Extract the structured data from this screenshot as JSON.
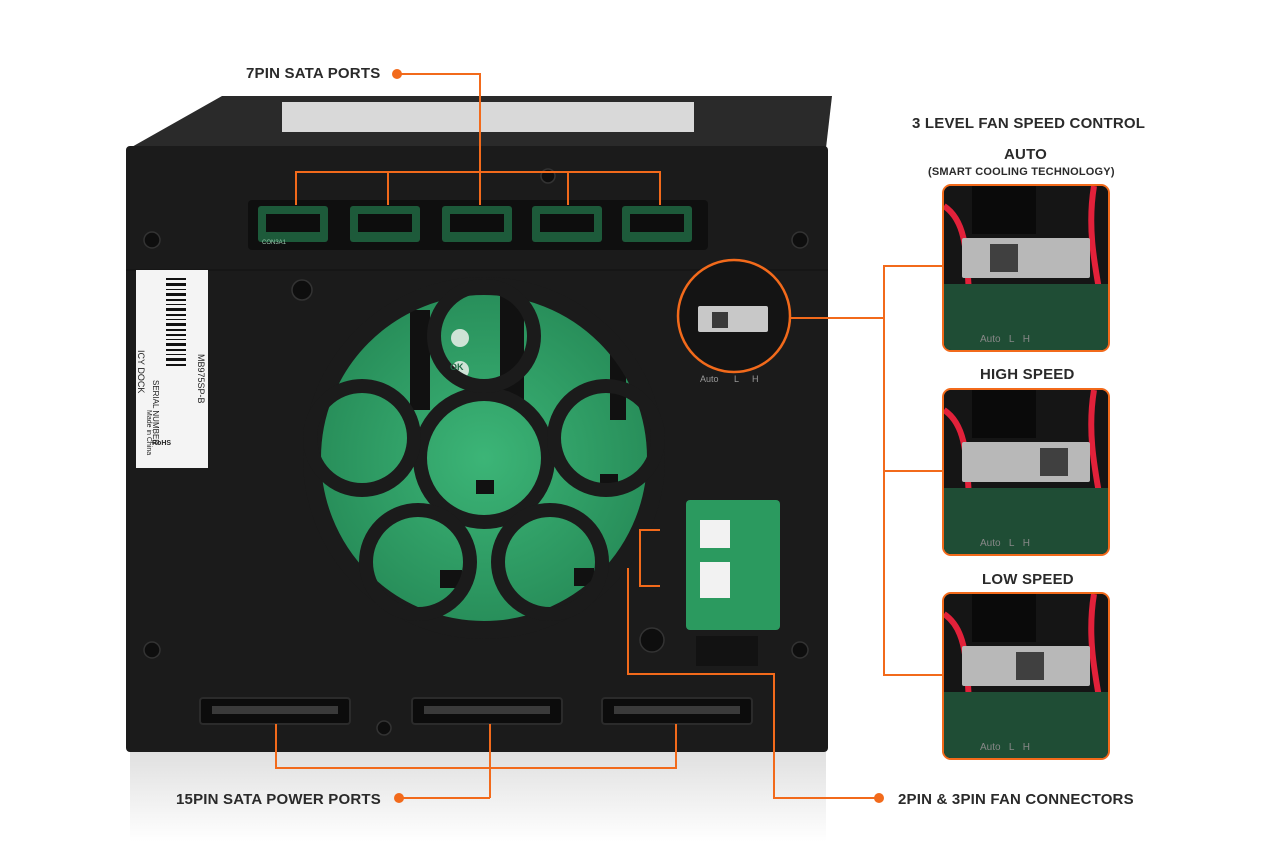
{
  "labels": {
    "sata_ports": "7PIN SATA PORTS",
    "fan_control_title": "3 LEVEL FAN SPEED CONTROL",
    "auto_title": "AUTO",
    "auto_sub": "(SMART COOLING TECHNOLOGY)",
    "high_speed": "HIGH SPEED",
    "low_speed": "LOW SPEED",
    "power_ports": "15PIN SATA POWER PORTS",
    "fan_connectors": "2PIN & 3PIN FAN CONNECTORS"
  },
  "switch_positions": [
    "Auto",
    "L",
    "H"
  ],
  "sticker": {
    "brand": "ICY DOCK",
    "model": "MB975SP-B",
    "serial": "SERIAL NUMBER",
    "origin": "Made in China",
    "rohs": "RoHS"
  },
  "pcb_marks": {
    "sata_connector": "CON3A1",
    "ok": "OK"
  },
  "colors": {
    "accent": "#f26a1b",
    "chassis": "#1c1c1c",
    "pcb": "#2f9e63",
    "text": "#2a2a2a"
  },
  "insets": [
    {
      "name": "auto",
      "slider": "left"
    },
    {
      "name": "high",
      "slider": "right"
    },
    {
      "name": "low",
      "slider": "middle"
    }
  ]
}
